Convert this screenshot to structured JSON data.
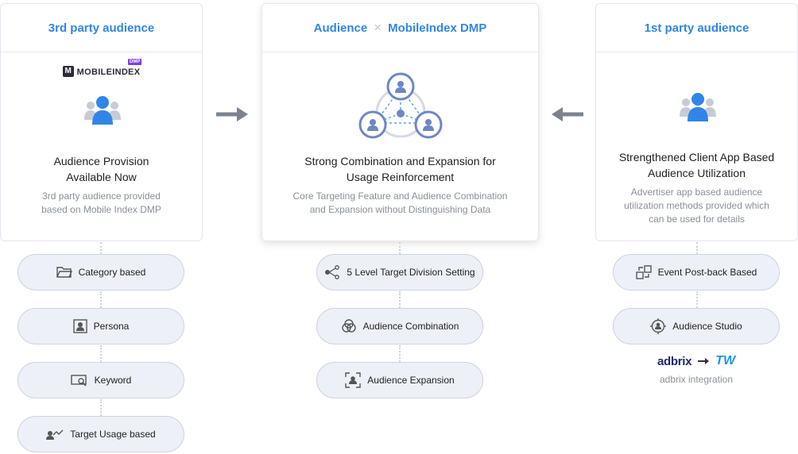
{
  "left": {
    "header": "3rd party audience",
    "logo_text": "MOBILEINDEX",
    "logo_mark": "M",
    "logo_badge": "DMP",
    "title_line1": "Audience Provision",
    "title_line2": "Available Now",
    "desc_line1": "3rd party audience provided",
    "desc_line2": "based on Mobile Index DMP",
    "pills": [
      "Category based",
      "Persona",
      "Keyword",
      "Target Usage based"
    ]
  },
  "center": {
    "header_left": "Audience",
    "header_sep": "×",
    "header_right": "MobileIndex DMP",
    "title_line1": "Strong Combination and Expansion for",
    "title_line2": "Usage Reinforcement",
    "desc_line1": "Core Targeting Feature and Audience Combination",
    "desc_line2": "and Expansion without Distinguishing Data",
    "pills": [
      "5 Level Target Division Setting",
      "Audience Combination",
      "Audience Expansion"
    ]
  },
  "right": {
    "header": "1st party audience",
    "title_line1": "Strengthened Client App Based",
    "title_line2": "Audience Utilization",
    "desc_line1": "Advertiser app based audience",
    "desc_line2": "utilization methods provided which",
    "desc_line3": "can be used for details",
    "pills": [
      "Event Post-back Based",
      "Audience Studio"
    ],
    "integration_logo_left": "adbrix",
    "integration_logo_right": "TW",
    "integration_caption": "adbrix integration"
  },
  "colors": {
    "accent": "#2f86e8",
    "icon_blue": "#2f86e8",
    "arrow": "#7d8290",
    "network": "#6f86c6"
  }
}
